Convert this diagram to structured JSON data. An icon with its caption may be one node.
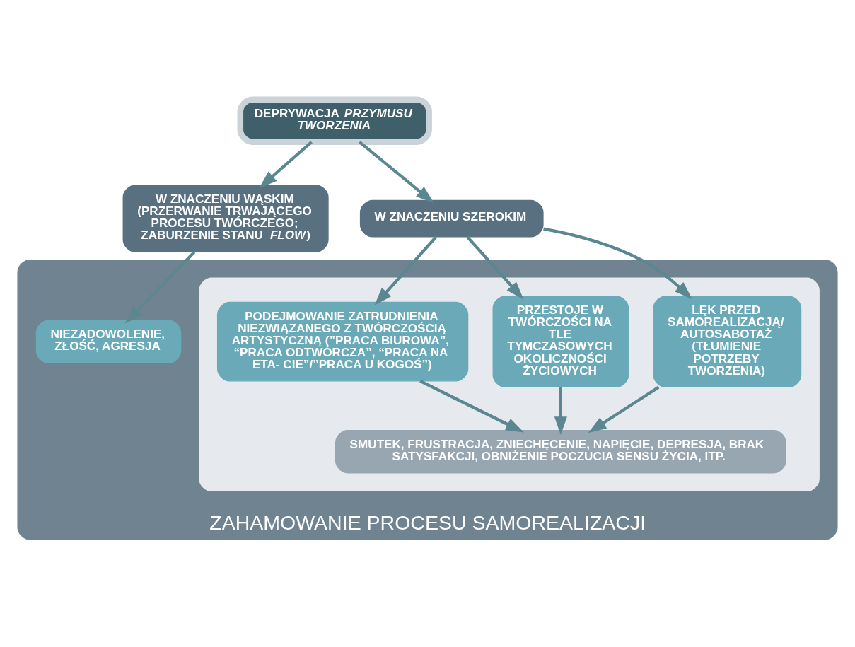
{
  "diagram": {
    "nodes": [
      {
        "text": [
          "DEPRYWACJA *PRZYMUSU TWORZENIA*"
        ]
      },
      {
        "text": [
          "W ZNACZENIU WĄSKIM (PRZERWANIE TRWAJĄCEGO PROCESU TWÓRCZEGO; ZABURZENIE STANU *FLOW*)"
        ]
      },
      {
        "text": [
          "W ZNACZENIU SZEROKIM"
        ]
      },
      {
        "text": [
          "ZAHAMOWANIE PROCESU SAMOREALIZACJI"
        ]
      },
      {
        "text": [
          "NIEZADOWOLENIE, ZŁOŚĆ, AGRESJA"
        ],
        "in": 3
      },
      {
        "text": [],
        "shape": "box",
        "in": 3
      },
      {
        "text": [
          "PODEJMOWANIE ZATRUDNIENIA NIEZWIĄZANEGO Z TWÓRCZOŚCIĄ ARTYSTYCZNĄ (”PRACA BIUROWA”, “PRACA ODTWÓRCZA”, “PRACA NA ETA- CIE”/”PRACA U KOGOŚ”)"
        ],
        "in": 5
      },
      {
        "text": [
          "PRZESTOJE W TWÓRCZOŚCI NA TLE TYMCZASOWYCH OKOLICZNOŚCI ŻYCIOWYCH"
        ],
        "in": 5
      },
      {
        "text": [
          "LĘK PRZED SAMOREALIZACJĄ/ AUTOSABOTAŻ (TŁUMIENIE POTRZEBY TWORZENIA)"
        ],
        "in": 5
      },
      {
        "text": [
          "SMUTEK, FRUSTRACJA, ZNIECHĘCENIE, NAPIĘCIE, DEPRESJA, BRAK SATYSFAKCJI, OBNIŻENIE POCZUCIA SENSU ŻYCIA, ITP."
        ],
        "in": 5
      }
    ],
    "edges": [
      {
        "from": 0,
        "to": 1,
        "arrow": "to"
      },
      {
        "from": 0,
        "to": 2,
        "arrow": "to"
      },
      {
        "from": 1,
        "to": 4,
        "arrow": "to"
      },
      {
        "from": 2,
        "to": 6,
        "arrow": "to"
      },
      {
        "from": 2,
        "to": 7,
        "arrow": "to"
      },
      {
        "from": 2,
        "to": 8,
        "arrow": "to"
      },
      {
        "from": 6,
        "to": 9,
        "arrow": "to"
      },
      {
        "from": 7,
        "to": 9,
        "arrow": "to"
      },
      {
        "from": 8,
        "to": 9,
        "arrow": "to"
      }
    ]
  }
}
